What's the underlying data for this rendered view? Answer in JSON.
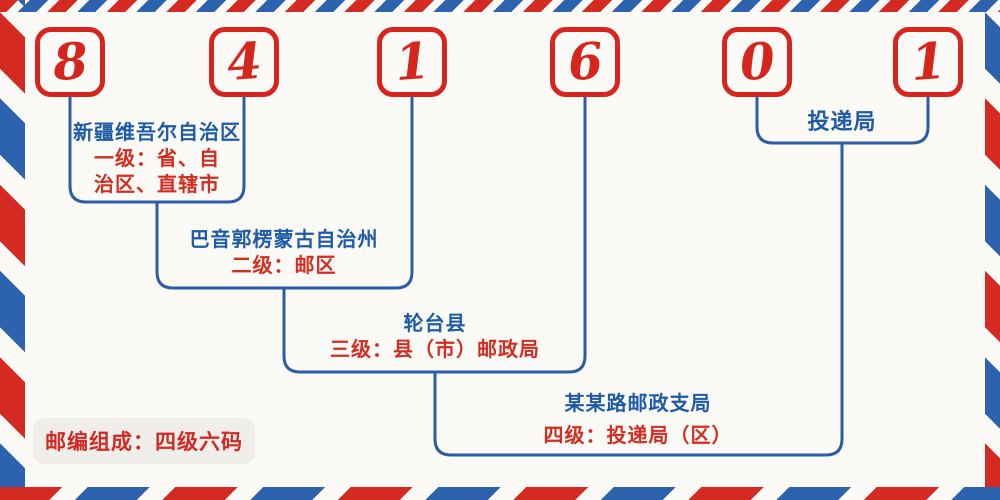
{
  "diagram": {
    "title_meaning": "邮政编码结构示意",
    "postal_code": {
      "digits": [
        "8",
        "4",
        "1",
        "6",
        "0",
        "1"
      ]
    },
    "annotations": [
      {
        "place": "新疆维吾尔自治区",
        "level_lines": [
          "一级：省、自",
          "治区、直辖市"
        ]
      },
      {
        "place": "巴音郭楞蒙古自治州",
        "level": "二级：邮区"
      },
      {
        "place": "轮台县",
        "level": "三级：县（市）邮政局"
      },
      {
        "place": "某某路邮政支局",
        "level": "四级：投递局（区）"
      },
      {
        "place": "投递局"
      }
    ],
    "footer_badge": "邮编组成：四级六码",
    "colors": {
      "red": "#d5251d",
      "blue": "#2b5ca5",
      "stripe_red": "#d42a22",
      "stripe_blue": "#2c62ae",
      "background": "#fbfaf6",
      "badge_background": "#f0eeea"
    }
  }
}
